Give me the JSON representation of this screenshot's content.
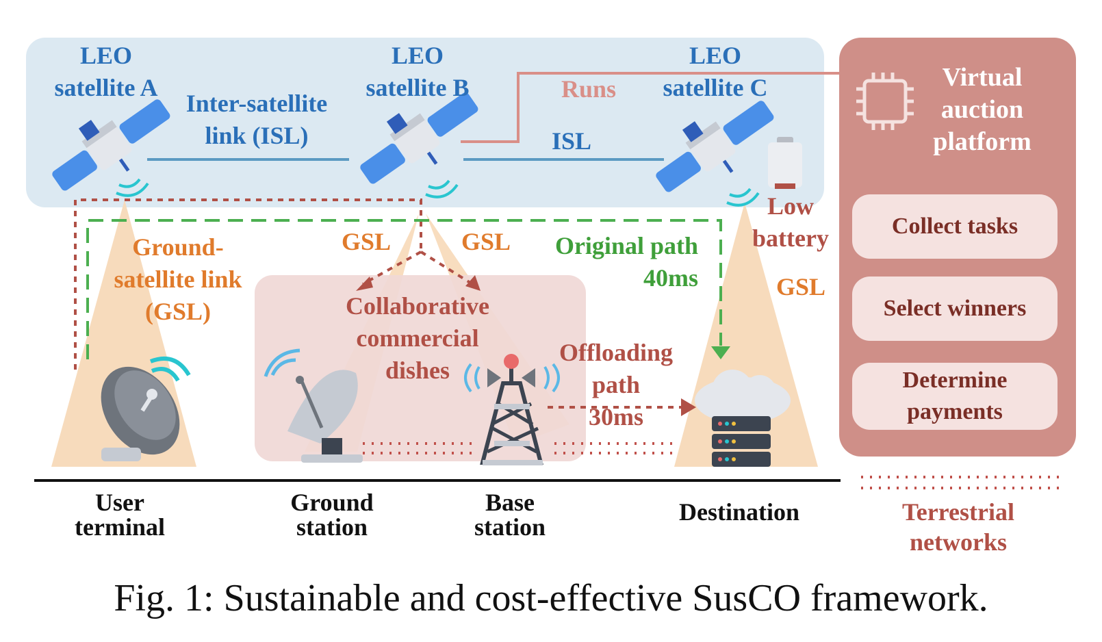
{
  "satellites": {
    "a": {
      "line1": "LEO",
      "line2": "satellite A"
    },
    "b": {
      "line1": "LEO",
      "line2": "satellite B"
    },
    "c": {
      "line1": "LEO",
      "line2": "satellite C"
    }
  },
  "isl_long": {
    "line1": "Inter-satellite",
    "line2": "link (ISL)"
  },
  "isl_short": "ISL",
  "runs": "Runs",
  "low_battery": {
    "line1": "Low",
    "line2": "battery"
  },
  "gsl_long": {
    "line1": "Ground-",
    "line2": "satellite link",
    "line3": "(GSL)"
  },
  "gsl_1": "GSL",
  "gsl_2": "GSL",
  "gsl_3": "GSL",
  "original_path": {
    "line1": "Original path",
    "line2": "40ms"
  },
  "collab": {
    "line1": "Collaborative",
    "line2": "commercial",
    "line3": "dishes"
  },
  "offloading": {
    "line1": "Offloading",
    "line2": "path",
    "line3": "30ms"
  },
  "platform": {
    "title1": "Virtual",
    "title2": "auction",
    "title3": "platform",
    "steps": [
      "Collect tasks",
      "Select winners",
      "Determine payments"
    ]
  },
  "ground": {
    "user": {
      "line1": "User",
      "line2": "terminal"
    },
    "ground_station": {
      "line1": "Ground",
      "line2": "station"
    },
    "base_station": {
      "line1": "Base",
      "line2": "station"
    },
    "destination": "Destination",
    "terrestrial": {
      "line1": "Terrestrial",
      "line2": "networks"
    }
  },
  "caption": "Fig. 1: Sustainable and cost-effective SusCO framework.",
  "colors": {
    "sky": "#dce9f2",
    "beam": "#f7d9b8",
    "collab_bg": "#f0d8d6",
    "platform": "#cf8f88",
    "step": "#f5e2e0",
    "isl": "#5b9ac2",
    "gsl_dash": "#b05046",
    "original_dash": "#4caf50"
  }
}
